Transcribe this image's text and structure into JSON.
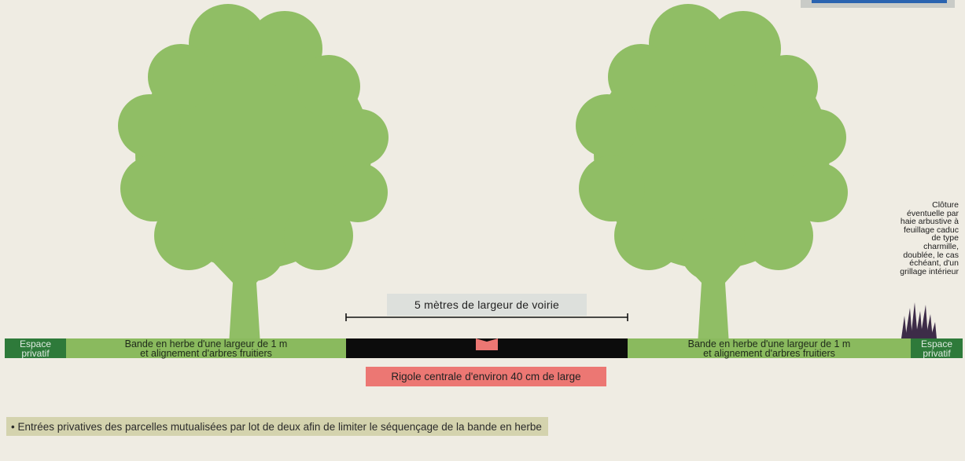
{
  "road_width_label": "5 mètres de largeur de voirie",
  "gutter_label": "Rigole centrale d'environ 40 cm de large",
  "private_space_label": "Espace\nprivatif",
  "grass_band_label": "Bande en herbe d'une largeur de 1 m\net alignement d'arbres fruitiers",
  "fence_note": "Clôture\néventuelle par\nhaie arbustive à\nfeuillage caduc\nde type\ncharmille,\ndoublée, le cas\néchéant, d'un\ngrillage intérieur",
  "bullet_note": "• Entrées privatives des parcelles mutualisées par lot de deux afin de limiter le séquençage de la bande en herbe",
  "colors": {
    "background": "#efece3",
    "foliage": "#90be65",
    "grass": "#8aba5e",
    "private": "#2e7a3a",
    "road": "#0c0c0c",
    "gutter": "#ec7773",
    "hedge": "#3d2c48",
    "legend_box": "#d4d3ae",
    "width_label_box": "#dde0dc"
  }
}
